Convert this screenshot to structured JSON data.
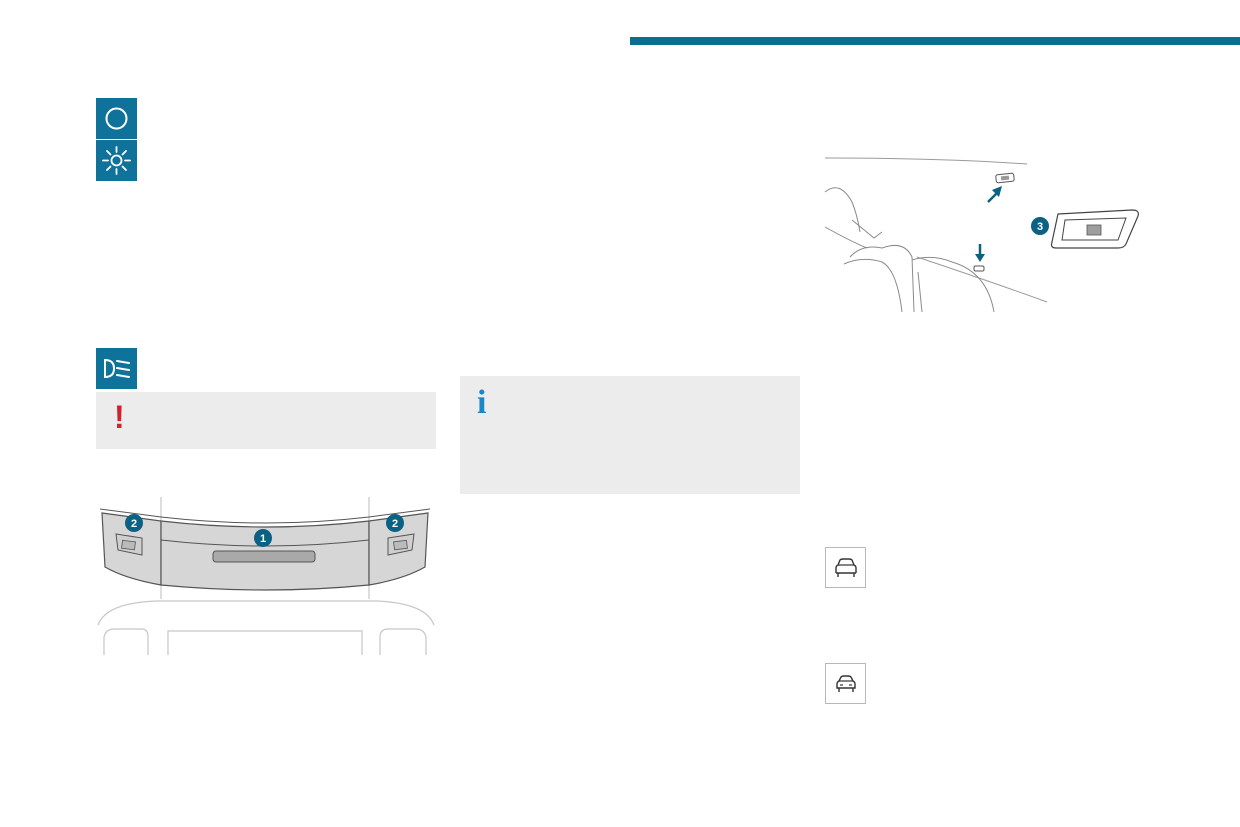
{
  "colors": {
    "accent": "#0a6f8f",
    "icon_blue": "#0f729b",
    "panel_gray": "#ececec",
    "warning_red": "#d3202e",
    "info_blue": "#1d86c6",
    "callout_fill": "#0b6184",
    "console_fill": "#d6d6d6"
  },
  "symbols": {
    "off_icon": "circle-off-icon",
    "sidelights_icon": "sun-lights-icon",
    "dipped_beam_icon": "dipped-beam-icon"
  },
  "warning_box": {
    "mark": "!"
  },
  "info_box": {
    "mark": "i"
  },
  "front_ceiling_illustration": {
    "callouts": [
      "2",
      "1",
      "2"
    ]
  },
  "rear_illustration": {
    "callouts": [
      "3"
    ]
  },
  "mode_icons": [
    "car-front-icon",
    "car-rear-icon"
  ]
}
